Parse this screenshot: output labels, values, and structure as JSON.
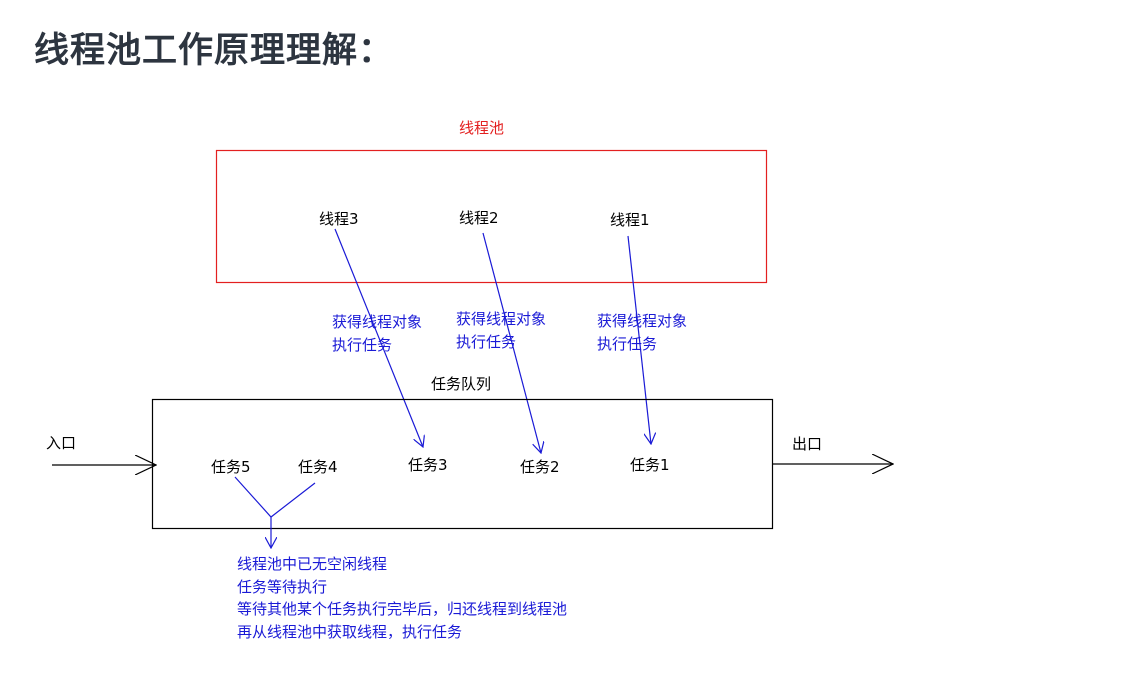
{
  "title": "线程池工作原理理解：",
  "pool": {
    "label": "线程池",
    "threads": [
      "线程3",
      "线程2",
      "线程1"
    ]
  },
  "fetch_note": {
    "line1": "获得线程对象",
    "line2": "执行任务"
  },
  "queue": {
    "label": "任务队列",
    "entry": "入口",
    "exit": "出口",
    "tasks": [
      "任务5",
      "任务4",
      "任务3",
      "任务2",
      "任务1"
    ]
  },
  "waiting_note": [
    "线程池中已无空闲线程",
    "任务等待执行",
    "等待其他某个任务执行完毕后，归还线程到线程池",
    "再从线程池中获取线程，执行任务"
  ],
  "colors": {
    "title": "#2d3540",
    "pool_border": "#e32020",
    "annotation": "#1a1ad6",
    "queue_border": "#000000"
  }
}
